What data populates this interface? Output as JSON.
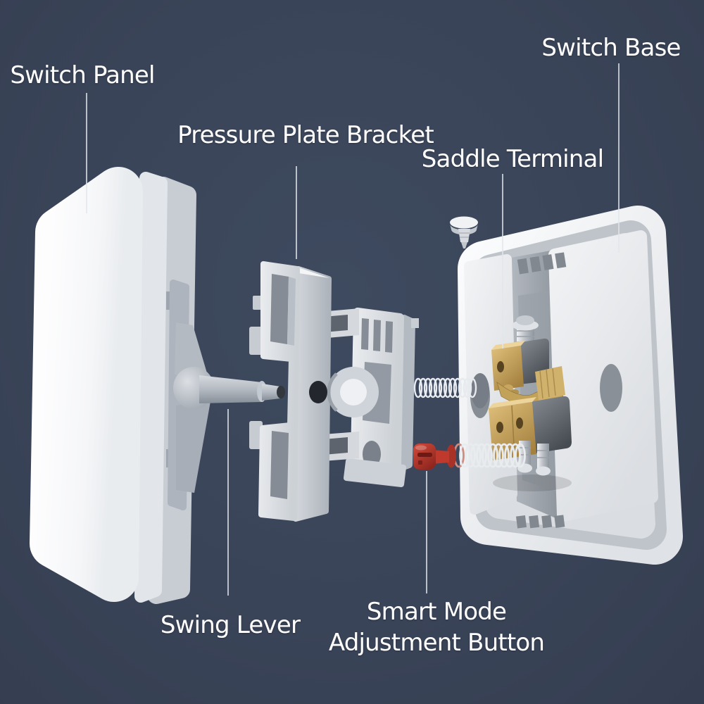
{
  "colors": {
    "background": "#3a4458",
    "label_text": "#ffffff",
    "leader_line": "#e3e7ec",
    "plastic_white": "#f5f6f8",
    "plastic_gray": "#c6cbd2",
    "metal_silver": "#d9dde1",
    "brass": "#c9a75f",
    "gunmetal": "#5c6067",
    "accent_red": "#c0392d"
  },
  "labels": [
    {
      "id": "switch-panel",
      "text": "Switch Panel"
    },
    {
      "id": "pressure-plate-bracket",
      "text": "Pressure Plate Bracket"
    },
    {
      "id": "saddle-terminal",
      "text": "Saddle Terminal"
    },
    {
      "id": "switch-base",
      "text": "Switch Base"
    },
    {
      "id": "swing-lever",
      "text": "Swing Lever"
    },
    {
      "id": "smart-mode-adjustment-button",
      "lines": [
        "Smart Mode",
        "Adjustment Button"
      ]
    }
  ]
}
